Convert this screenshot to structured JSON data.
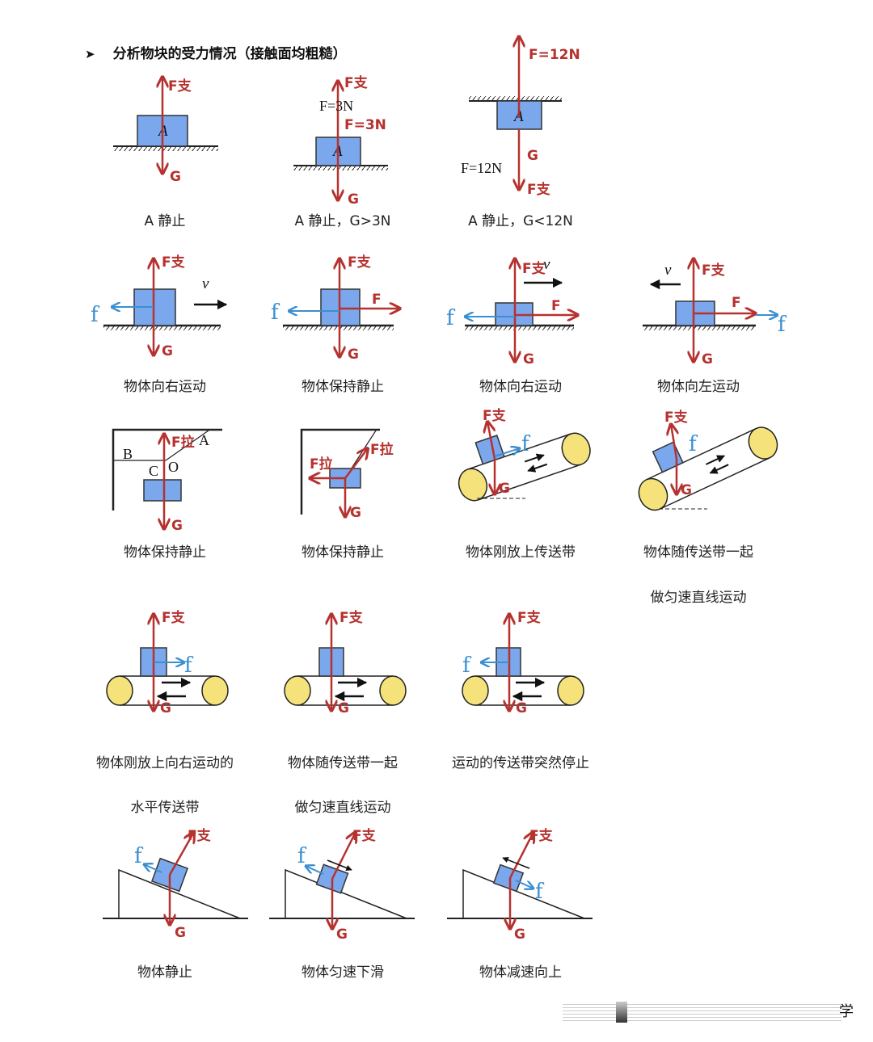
{
  "title": {
    "bullet": "➤",
    "text": "分析物块的受力情况（接触面均粗糙）"
  },
  "labels": {
    "support": "F支",
    "gravity": "G",
    "friction": "f",
    "force": "F",
    "velocity": "v",
    "block": "A",
    "f3_black": "F=3N",
    "f3_red": "F=3N",
    "f12_black": "F=12N",
    "f12_red": "F=12N",
    "tension": "F拉",
    "point_a": "A",
    "point_b": "B",
    "point_c": "C",
    "point_o": "O"
  },
  "captions": [
    [
      "A 静止",
      "A 静止，G>3N",
      "A 静止，G<12N"
    ],
    [
      "物体向右运动",
      "物体保持静止",
      "物体向右运动",
      "物体向左运动"
    ],
    [
      "物体保持静止",
      "物体保持静止",
      "物体刚放上传送带",
      "物体随传送带一起",
      "做匀速直线运动"
    ],
    [
      "物体刚放上向右运动的",
      "水平传送带",
      "物体随传送带一起",
      "做匀速直线运动",
      "运动的传送带突然停止"
    ],
    [
      "物体静止",
      "物体匀速下滑",
      "物体减速向上"
    ]
  ],
  "watermark": "学",
  "colors": {
    "force": "#b5322f",
    "friction": "#3b8fd0",
    "block": "#7ba7ec",
    "roller": "#f5e27a"
  }
}
